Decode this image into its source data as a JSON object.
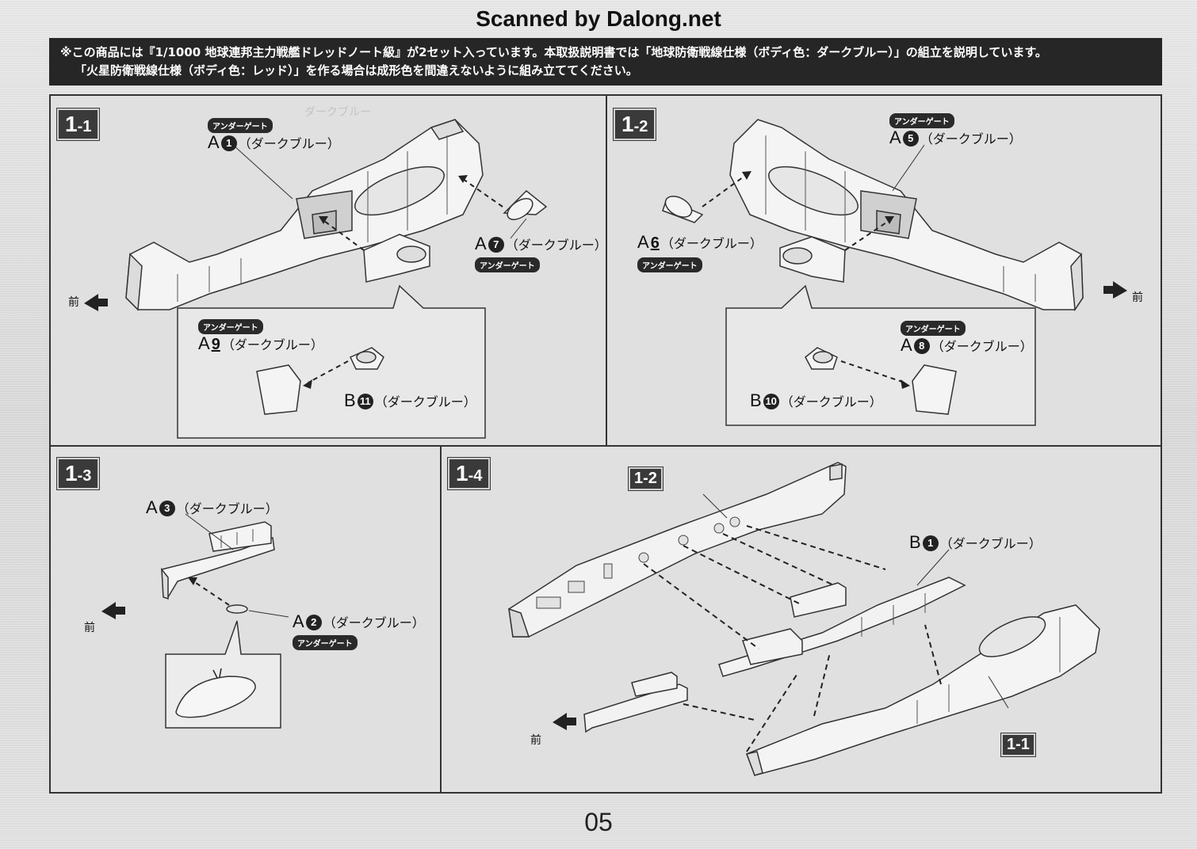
{
  "watermark": "Scanned by Dalong.net",
  "notice": {
    "line1": "※この商品には『1/1000 地球連邦主力戦艦ドレッドノート級』が2セット入っています。本取扱説明書では「地球防衛戦線仕様（ボディ色：ダークブルー）」の組立を説明しています。",
    "line2": "「火星防衛戦線仕様（ボディ色：レッド）」を作る場合は成形色を間違えないように組み立ててください。"
  },
  "gate_label": "アンダーゲート",
  "front_label": "前",
  "color_label": "（ダークブルー）",
  "steps": [
    {
      "big": "1",
      "small": "-1"
    },
    {
      "big": "1",
      "small": "-2"
    },
    {
      "big": "1",
      "small": "-3"
    },
    {
      "big": "1",
      "small": "-4"
    }
  ],
  "parts": {
    "a1": {
      "letter": "A",
      "num": "1"
    },
    "a7": {
      "letter": "A",
      "num": "7"
    },
    "a9": {
      "letter": "A",
      "num": "9"
    },
    "b11": {
      "letter": "B",
      "num": "11"
    },
    "a5": {
      "letter": "A",
      "num": "5"
    },
    "a6": {
      "letter": "A",
      "num": "6"
    },
    "a8": {
      "letter": "A",
      "num": "8"
    },
    "b10": {
      "letter": "B",
      "num": "10"
    },
    "a3": {
      "letter": "A",
      "num": "3"
    },
    "a2": {
      "letter": "A",
      "num": "2"
    },
    "b1": {
      "letter": "B",
      "num": "1"
    }
  },
  "subassembly_tags": {
    "from_1_2": "1-2",
    "from_1_1": "1-1"
  },
  "page_number": "05"
}
